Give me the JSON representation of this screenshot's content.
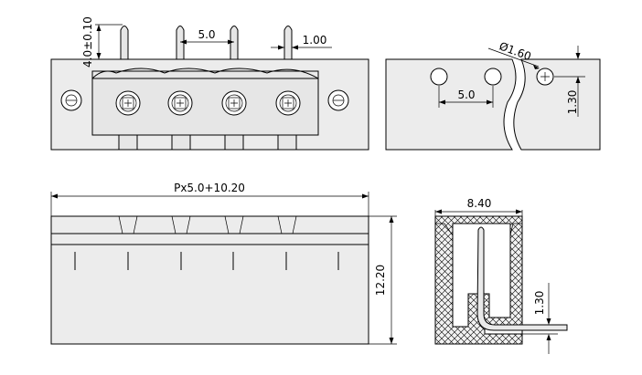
{
  "dimensions": {
    "pin_height": "4.0±0.10",
    "pitch_front": "5.0",
    "pin_width": "1.00",
    "hole_diameter": "Ø1.60",
    "pitch_side": "5.0",
    "hole_offset": "1.30",
    "total_length": "Px5.0+10.20",
    "height": "12.20",
    "depth": "8.40",
    "pin_offset": "1.30"
  }
}
